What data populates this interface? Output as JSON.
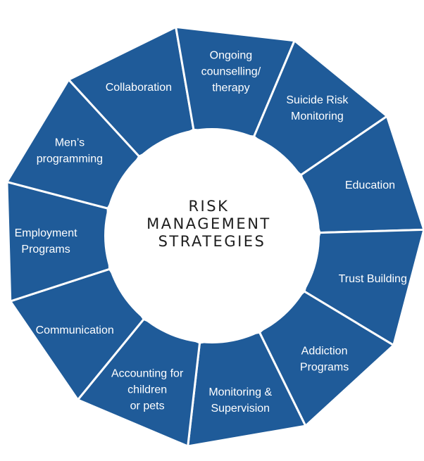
{
  "diagram": {
    "center_title_lines": [
      "RISK",
      "MANAGEMENT",
      "STRATEGIES"
    ],
    "segments": [
      {
        "id": "collaboration",
        "lines": [
          "Collaboration"
        ]
      },
      {
        "id": "ongoing-counselling",
        "lines": [
          "Ongoing",
          "counselling/",
          "therapy"
        ]
      },
      {
        "id": "suicide-risk-monitoring",
        "lines": [
          "Suicide Risk",
          "Monitoring"
        ]
      },
      {
        "id": "education",
        "lines": [
          "Education"
        ]
      },
      {
        "id": "trust-building",
        "lines": [
          "Trust Building"
        ]
      },
      {
        "id": "addiction-programs",
        "lines": [
          "Addiction",
          "Programs"
        ]
      },
      {
        "id": "monitoring-supervision",
        "lines": [
          "Monitoring &",
          "Supervision"
        ]
      },
      {
        "id": "accounting-children-pets",
        "lines": [
          "Accounting for",
          "children",
          "or pets"
        ]
      },
      {
        "id": "communication",
        "lines": [
          "Communication"
        ]
      },
      {
        "id": "employment-programs",
        "lines": [
          "Employment",
          "Programs"
        ]
      },
      {
        "id": "mens-programming",
        "lines": [
          "Men’s",
          "programming"
        ]
      }
    ],
    "colors": {
      "segment_fill": "#1f5b99",
      "segment_text": "#ffffff",
      "divider": "#ffffff",
      "center_text": "#1d1d1d"
    }
  }
}
